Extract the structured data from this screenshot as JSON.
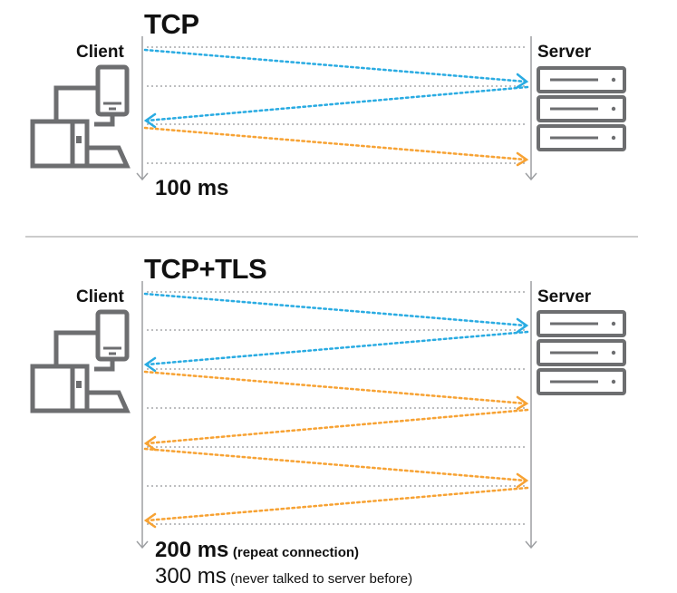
{
  "tcp": {
    "title": "TCP",
    "client_label": "Client",
    "server_label": "Server",
    "time": "100 ms",
    "messages": [
      {
        "direction": "client-to-server",
        "phase": "tcp-handshake",
        "color": "#29abe2"
      },
      {
        "direction": "server-to-client",
        "phase": "tcp-handshake",
        "color": "#29abe2"
      },
      {
        "direction": "client-to-server",
        "phase": "data",
        "color": "#f7a233"
      }
    ]
  },
  "tcp_tls": {
    "title": "TCP+TLS",
    "client_label": "Client",
    "server_label": "Server",
    "time_repeat": "200 ms",
    "time_repeat_note": "(repeat connection)",
    "time_first": "300 ms",
    "time_first_note": "(never talked to server before)",
    "messages": [
      {
        "direction": "client-to-server",
        "phase": "tcp-handshake",
        "color": "#29abe2"
      },
      {
        "direction": "server-to-client",
        "phase": "tcp-handshake",
        "color": "#29abe2"
      },
      {
        "direction": "client-to-server",
        "phase": "tls-handshake",
        "color": "#f7a233"
      },
      {
        "direction": "server-to-client",
        "phase": "tls-handshake",
        "color": "#f7a233"
      },
      {
        "direction": "client-to-server",
        "phase": "tls-handshake",
        "color": "#f7a233"
      },
      {
        "direction": "server-to-client",
        "phase": "tls-handshake",
        "color": "#f7a233"
      }
    ]
  },
  "colors": {
    "tcp_handshake": "#29abe2",
    "tls_handshake": "#f7a233",
    "device_stroke": "#6d6e70",
    "gridline": "#a7a9ac",
    "divider": "#cccccc"
  },
  "icons": [
    "client-devices-icon",
    "server-rack-icon"
  ]
}
